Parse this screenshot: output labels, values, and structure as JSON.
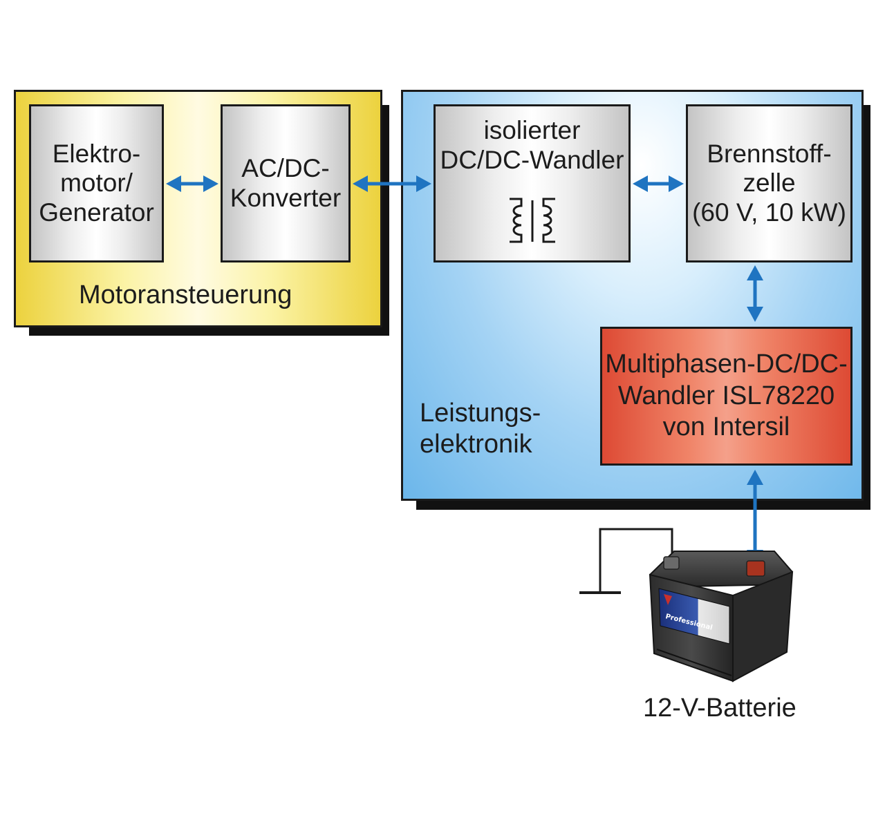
{
  "motor_group": {
    "label": "Motoransteuerung",
    "motor_box": [
      "Elektro-",
      "motor/",
      "Generator"
    ],
    "converter_box": [
      "AC/DC-",
      "Konverter"
    ]
  },
  "power_group": {
    "label": [
      "Leistungs-",
      "elektronik"
    ],
    "isolated_box": [
      "isolierter",
      "DC/DC-Wandler"
    ],
    "fuelcell_box": [
      "Brennstoff-",
      "zelle",
      "(60 V, 10 kW)"
    ],
    "multiphase_box": [
      "Multiphasen-DC/DC-",
      "Wandler ISL78220",
      "von Intersil"
    ]
  },
  "battery": {
    "label": "12-V-Batterie",
    "brand_text": "Professional"
  },
  "colors": {
    "arrow": "#1f74c1",
    "yellow_group": "#ecd23e",
    "blue_group": "#6bb6ea",
    "red_box": "#dd4a34"
  }
}
